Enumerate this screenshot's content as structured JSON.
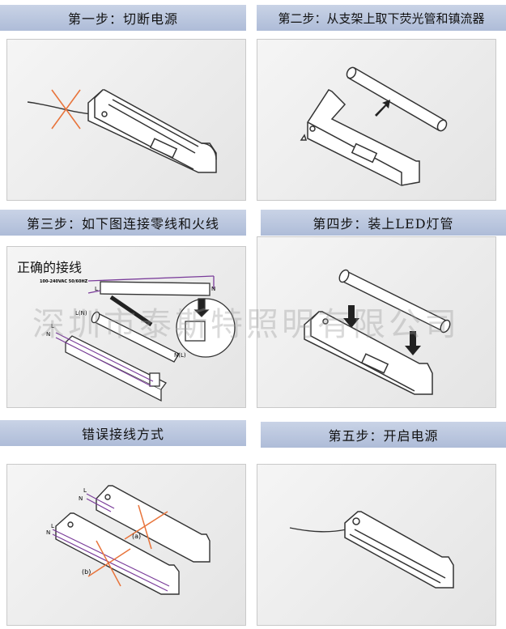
{
  "steps": {
    "s1": "第一步：切断电源",
    "s2": "第二步：从支架上取下荧光管和镇流器",
    "s3": "第三步：如下图连接零线和火线",
    "s4": "第四步：装上LED灯管",
    "s5": "错误接线方式",
    "s6": "第五步：开启电源"
  },
  "panel3": {
    "title": "正确的接线",
    "voltage": "100-240VAC  50/60HZ",
    "l": "L",
    "n": "N",
    "ln": "L(N)",
    "nl": "N(L)"
  },
  "panel5": {
    "l1": "L",
    "n1": "N",
    "l2": "L",
    "n2": "N",
    "a": "(a)",
    "b": "(b)"
  },
  "watermark": "深圳市泰斯特照明有限公司",
  "colors": {
    "header_bg": "#b4c1db",
    "cross": "#e8743b",
    "wire": "#7a3c9a"
  }
}
